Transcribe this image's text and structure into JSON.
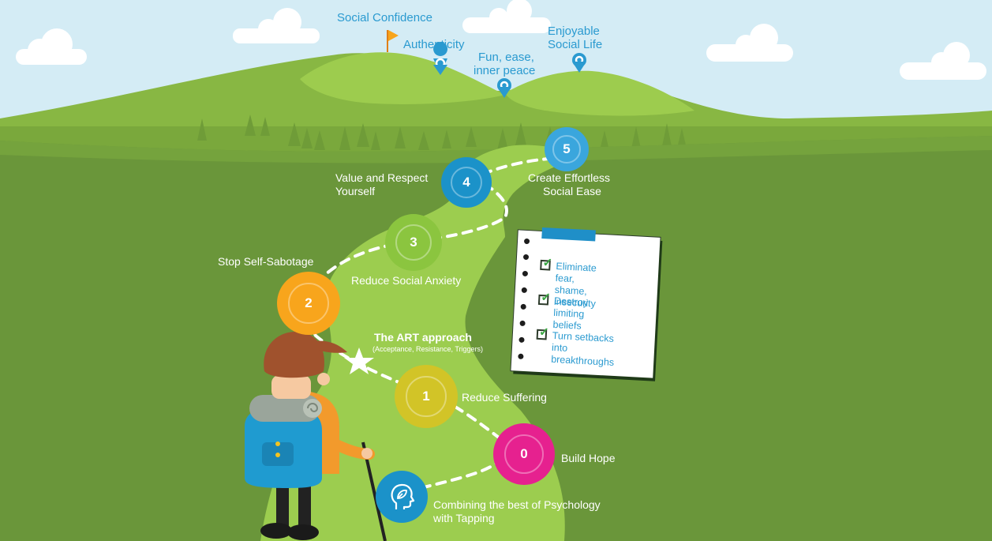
{
  "peaks": {
    "social_confidence": "Social Confidence",
    "authenticity": "Authenticity",
    "fun_line1": "Fun, ease,",
    "fun_line2": "inner peace",
    "enjoyable_line1": "Enjoyable",
    "enjoyable_line2": "Social Life"
  },
  "steps": [
    {
      "number": "0",
      "label": "Build Hope",
      "color": "#e6218f"
    },
    {
      "number": "1",
      "label": "Reduce Suffering",
      "color": "#d2c427"
    },
    {
      "number": "2",
      "label": "Stop Self-Sabotage",
      "color": "#f8a51c"
    },
    {
      "number": "3",
      "label": "Reduce Social Anxiety",
      "color": "#8bc53f"
    },
    {
      "number": "4",
      "label_line1": "Value and Respect",
      "label_line2": "Yourself",
      "color": "#1b92c9"
    },
    {
      "number": "5",
      "label_line1": "Create Effortless",
      "label_line2": "Social Ease",
      "color": "#3aa6dd"
    }
  ],
  "start": {
    "line1": "Combining the best of Psychology",
    "line2": "with Tapping",
    "icon": "head-leaf-icon"
  },
  "art": {
    "title": "The ART approach",
    "subtitle": "(Acceptance, Resistance, Triggers)"
  },
  "checklist": [
    {
      "line1": "Eliminate fear,",
      "line2": "shame, insecurity"
    },
    {
      "line1": "Destroy limiting",
      "line2": "beliefs"
    },
    {
      "line1": "Turn setbacks into",
      "line2": "breakthroughs"
    }
  ],
  "colors": {
    "sky": "#d4ecf5",
    "grass": "#6a963a",
    "path": "#9ccd4f",
    "peak_text": "#2a9ad0"
  }
}
